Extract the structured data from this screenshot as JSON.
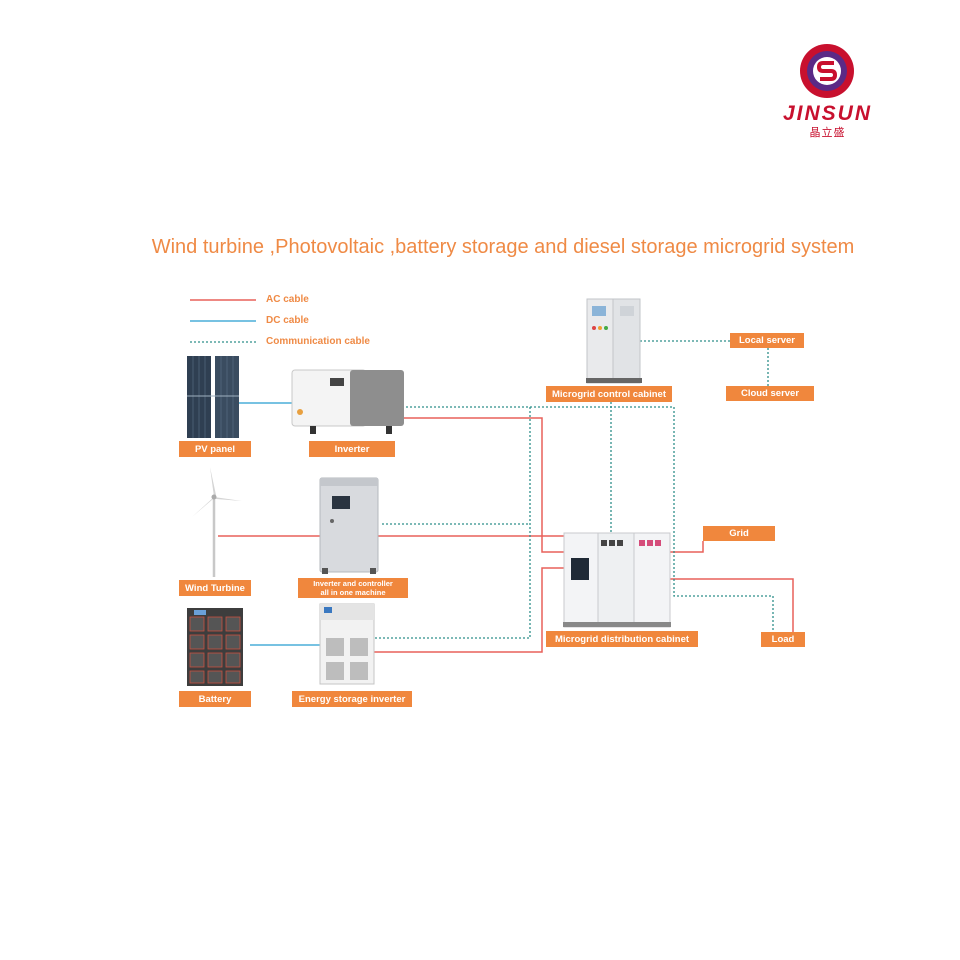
{
  "brand": {
    "name": "JINSUN",
    "sub": "晶立盛"
  },
  "title": "Wind turbine ,Photovoltaic ,battery storage and diesel storage microgrid system",
  "legend": {
    "ac": "AC cable",
    "dc": "DC cable",
    "comm": "Communication cable"
  },
  "labels": {
    "pv_panel": "PV panel",
    "inverter": "Inverter",
    "wind_turbine": "Wind Turbine",
    "inverter_controller": "Inverter and controller\nall in one machine",
    "battery": "Battery",
    "energy_storage_inverter": "Energy storage inverter",
    "control_cabinet": "Microgrid control cabinet",
    "local_server": "Local server",
    "cloud_server": "Cloud server",
    "distribution_cabinet": "Microgrid distribution cabinet",
    "grid": "Grid",
    "load": "Load"
  },
  "colors": {
    "ac_cable": "#e8605a",
    "dc_cable": "#4aaed8",
    "comm_cable": "#2e8f8a",
    "label_bg": "#f0873d",
    "title": "#ef8a45",
    "brand": "#c8102e"
  }
}
